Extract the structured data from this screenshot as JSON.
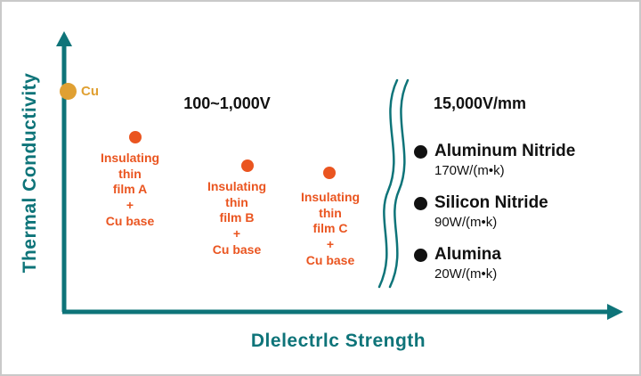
{
  "chart_data": {
    "type": "scatter",
    "title": "",
    "xlabel": "Dlelectrlc Strength",
    "ylabel": "Thermal Conductivity",
    "axes": {
      "x_ticks": [],
      "y_ticks": [],
      "grid": false,
      "note": "conceptual axes without numeric scale"
    },
    "regions": [
      {
        "label": "100~1,000V"
      },
      {
        "label": "15,000V/mm"
      }
    ],
    "points": [
      {
        "label": "Cu",
        "color": "#e0a032",
        "x_rel": 0.01,
        "y_rel": 0.82
      },
      {
        "label": "Insulating\nthin\nfilm A\n+\nCu base",
        "color": "#ea5520",
        "x_rel": 0.13,
        "y_rel": 0.65
      },
      {
        "label": "Insulating\nthin\nfilm B\n+\nCu base",
        "color": "#ea5520",
        "x_rel": 0.33,
        "y_rel": 0.54
      },
      {
        "label": "Insulating\nthin\nfilm C\n+\nCu base",
        "color": "#ea5520",
        "x_rel": 0.48,
        "y_rel": 0.51
      }
    ],
    "materials": [
      {
        "name": "Aluminum Nitride",
        "thermal_conductivity": "170W/(m•k)"
      },
      {
        "name": "Silicon Nitride",
        "thermal_conductivity": "90W/(m•k)"
      },
      {
        "name": "Alumina",
        "thermal_conductivity": "20W/(m•k)"
      }
    ],
    "colors": {
      "axis_teal": "#0e7479",
      "film_orange": "#ea5520",
      "cu_gold": "#e0a032",
      "text_black": "#111111",
      "frame_border": "#c9c9c9"
    }
  }
}
